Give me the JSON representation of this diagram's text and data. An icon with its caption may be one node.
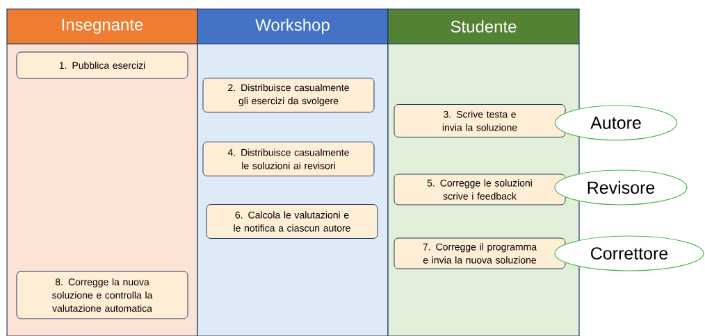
{
  "diagram": {
    "nodes": [
      {
        "text": [
          "Insegnante"
        ]
      },
      {
        "text": [
          "Workshop"
        ]
      },
      {
        "text": [
          "Studente"
        ]
      },
      {
        "text": [
          "1. Pubblica esercizi"
        ],
        "in": 0
      },
      {
        "text": [
          "2. Distribuisce casualmente gli esercizi da svolgere"
        ],
        "in": 1
      },
      {
        "text": [
          "3. Scrive testa e invia la soluzione"
        ],
        "in": 2
      },
      {
        "text": [
          "Autore"
        ]
      },
      {
        "text": [
          "4. Distribuisce casualmente le soluzioni ai revisori"
        ],
        "in": 1
      },
      {
        "text": [
          "5. Corregge le soluzioni scrive i feedback"
        ],
        "in": 2
      },
      {
        "text": [
          "Revisore"
        ]
      },
      {
        "text": [
          "6. Calcola le valutazioni e le notifica a ciascun autore"
        ],
        "in": 1
      },
      {
        "text": [
          "7. Corregge il programma e invia la nuova soluzione"
        ],
        "in": 2
      },
      {
        "text": [
          "Correttore"
        ]
      },
      {
        "text": [
          "8. Corregge la nuova soluzione e controlla la valutazione automatica"
        ],
        "in": 0
      }
    ]
  }
}
